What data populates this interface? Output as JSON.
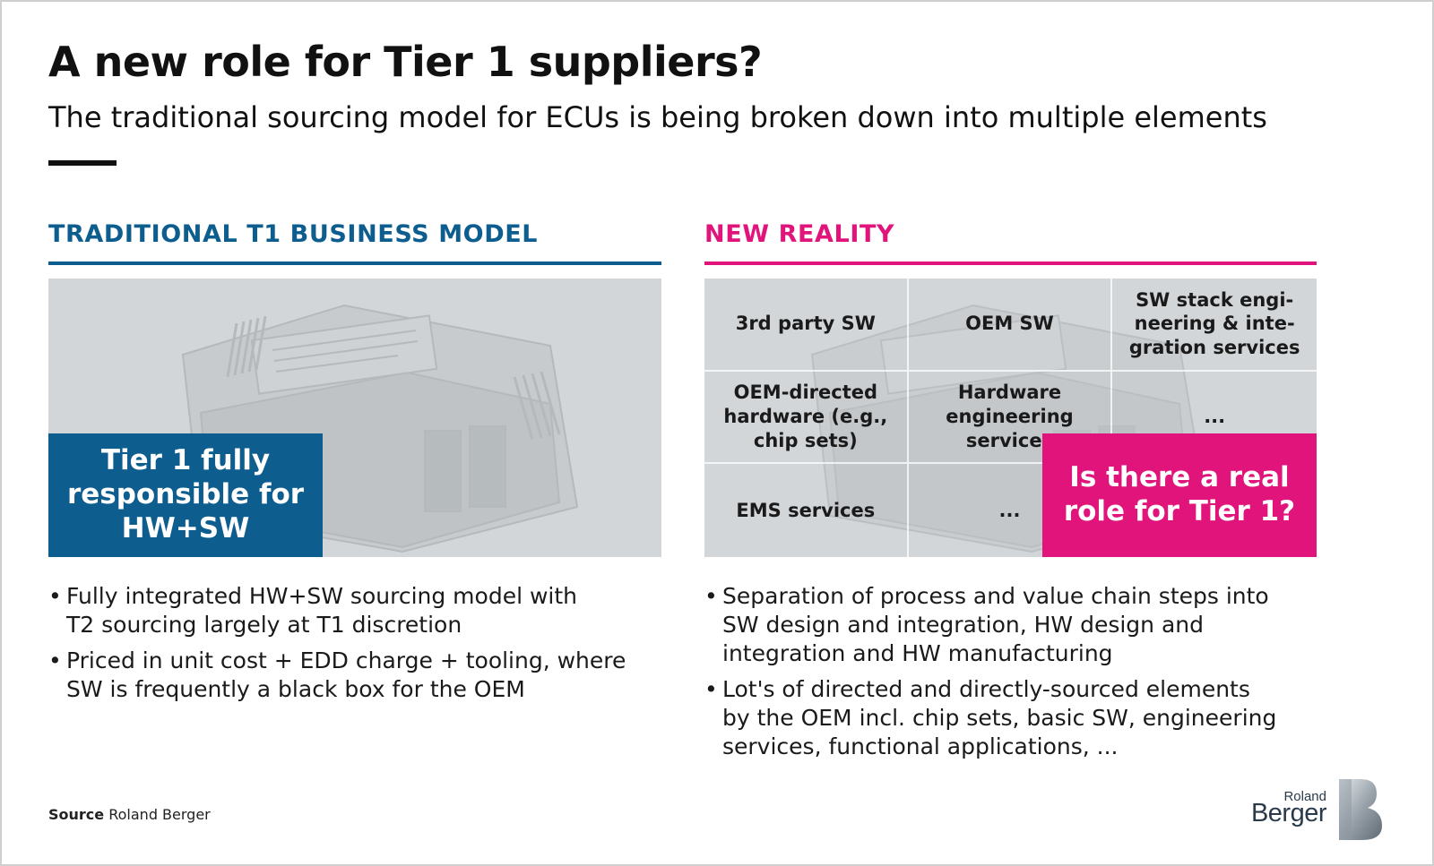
{
  "title": "A new role for Tier 1 suppliers?",
  "subtitle": "The traditional sourcing model for ECUs is being broken down into multiple elements",
  "left": {
    "heading": "TRADITIONAL T1 BUSINESS MODEL",
    "callout": [
      "Tier 1 fully",
      "responsible for",
      "HW+SW"
    ],
    "bullets": [
      [
        "Fully integrated HW+SW sourcing model with",
        "T2 sourcing largely at T1 discretion"
      ],
      [
        "Priced in unit cost + EDD charge + tooling, where",
        "SW is frequently a black box for the OEM"
      ]
    ]
  },
  "right": {
    "heading": "NEW REALITY",
    "cells": [
      [
        "3rd party SW"
      ],
      [
        "OEM SW"
      ],
      [
        "SW stack engi-",
        "neering & inte-",
        "gration services"
      ],
      [
        "OEM-directed",
        "hardware (e.g.,",
        "chip sets)"
      ],
      [
        "Hardware",
        "engineering",
        "services"
      ],
      [
        "..."
      ],
      [
        "EMS services"
      ],
      [
        "..."
      ],
      [
        ""
      ]
    ],
    "callout": [
      "Is there a real",
      "role for Tier 1?"
    ],
    "bullets": [
      [
        "Separation of process and value chain steps into",
        "SW design and integration, HW design and",
        "integration and HW manufacturing"
      ],
      [
        "Lot's of directed and directly-sourced elements",
        "by the OEM incl. chip sets, basic SW, engineering",
        "services, functional applications, ..."
      ]
    ]
  },
  "source": {
    "label": "Source",
    "text": "Roland Berger"
  },
  "logo": {
    "line1": "Roland",
    "line2": "Berger"
  },
  "colors": {
    "blue": "#0d5d8f",
    "pink": "#e0147a",
    "panel": "#d3d6d9",
    "text": "#111111"
  },
  "icons": {
    "ecu": "ecu-unit-image",
    "logo_mark": "roland-berger-b-mark"
  }
}
